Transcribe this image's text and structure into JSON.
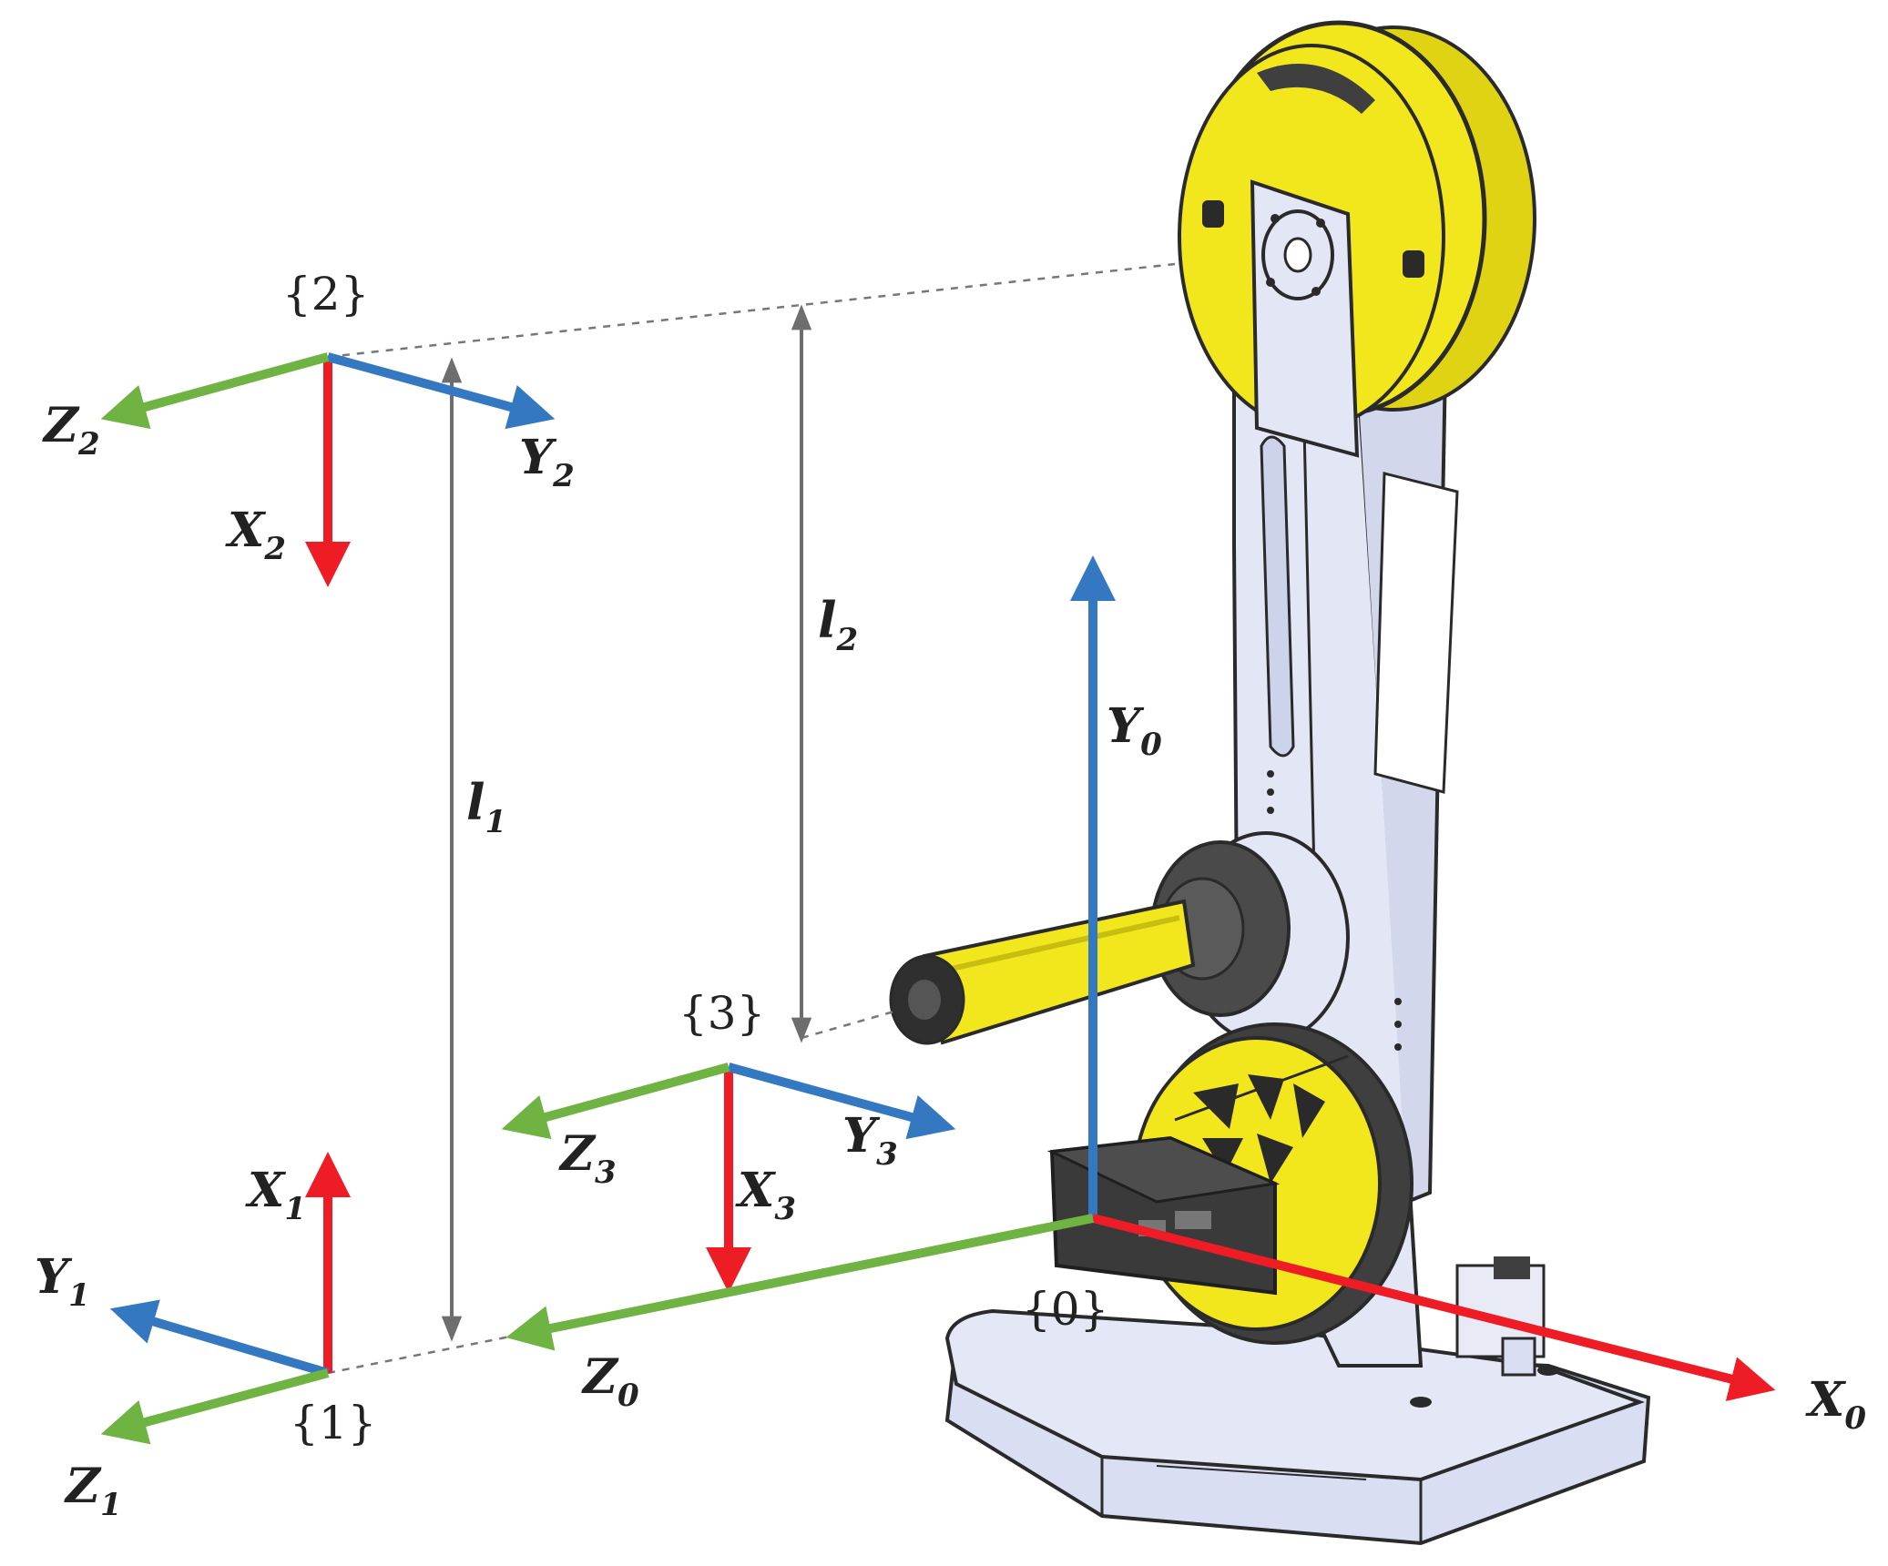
{
  "colors": {
    "x_axis": "#ee1c24",
    "y_axis": "#3478c2",
    "z_axis": "#6fb343",
    "dim": "#6e6e6e",
    "link_yellow": "#f2e71c",
    "frame_grey": "#d9def2",
    "dark_grey": "#3f3f3f"
  },
  "frames": {
    "f1": "{1}",
    "f2": "{2}",
    "f3": "{3}",
    "f0": "{0}"
  },
  "axes": {
    "x0": {
      "base": "X",
      "sub": "0"
    },
    "y0": {
      "base": "Y",
      "sub": "0"
    },
    "z0": {
      "base": "Z",
      "sub": "0"
    },
    "x1": {
      "base": "X",
      "sub": "1"
    },
    "y1": {
      "base": "Y",
      "sub": "1"
    },
    "z1": {
      "base": "Z",
      "sub": "1"
    },
    "x2": {
      "base": "X",
      "sub": "2"
    },
    "y2": {
      "base": "Y",
      "sub": "2"
    },
    "z2": {
      "base": "Z",
      "sub": "2"
    },
    "x3": {
      "base": "X",
      "sub": "3"
    },
    "y3": {
      "base": "Y",
      "sub": "3"
    },
    "z3": {
      "base": "Z",
      "sub": "3"
    }
  },
  "dimensions": {
    "l1": {
      "base": "l",
      "sub": "1"
    },
    "l2": {
      "base": "l",
      "sub": "2"
    }
  },
  "icons": [
    "robot-arm-illustration",
    "arrow-head"
  ]
}
